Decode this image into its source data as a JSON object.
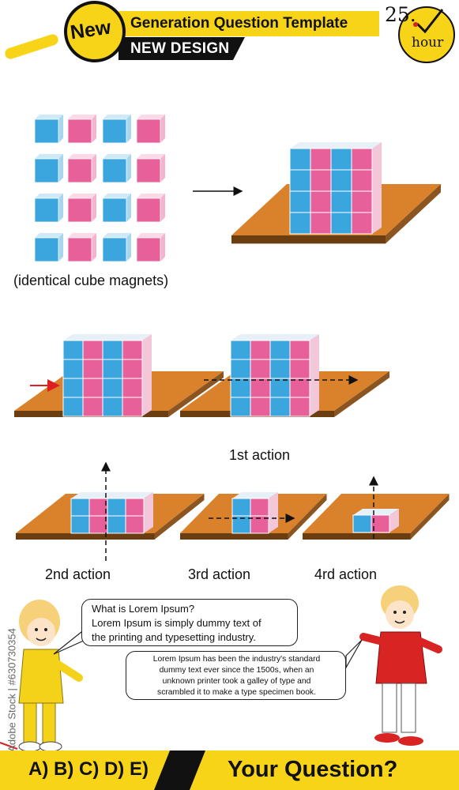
{
  "header": {
    "badge": "New",
    "title": "Generation Question Template",
    "subtitle": "NEW DESIGN",
    "clock_number": "25.",
    "clock_unit": "hour"
  },
  "figure_labels": {
    "cubes_caption": "(identical cube magnets)",
    "action_1": "1st action",
    "action_2": "2nd action",
    "action_3": "3rd action",
    "action_4": "4rd action"
  },
  "bubbles": {
    "left_line1": "What is Lorem Ipsum?",
    "left_line2": "Lorem Ipsum is simply dummy text of",
    "left_line3": "the printing and typesetting industry.",
    "right_line1": "Lorem Ipsum has been the industry's standard",
    "right_line2": "dummy text ever since the 1500s, when an",
    "right_line3": "unknown printer took a galley of type and",
    "right_line4": "scrambled it to make a type specimen book."
  },
  "footer": {
    "answers": "A) B) C) D) E)",
    "question": "Your Question?"
  },
  "watermark": {
    "text": "Adobe Stock | #630730354"
  },
  "colors": {
    "yellow": "#f7d417",
    "cube_blue": "#3aa6dd",
    "cube_pink": "#e8609a",
    "board_orange": "#d9822b",
    "board_side": "#7a4a1a",
    "red_arrow": "#e02020"
  }
}
